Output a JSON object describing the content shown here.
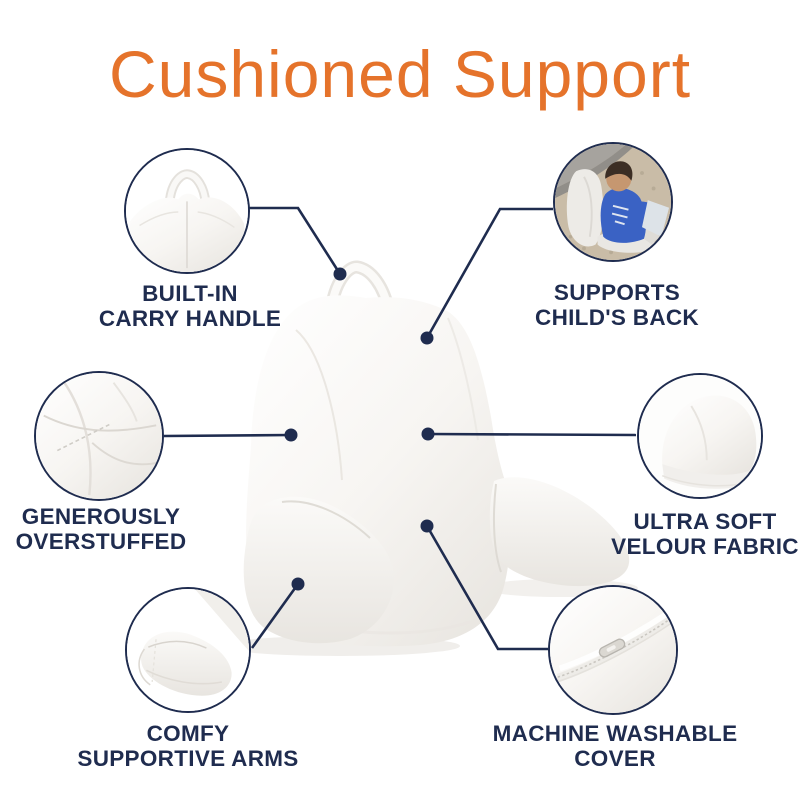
{
  "title": {
    "text": "Cushioned Support"
  },
  "colors": {
    "accent_orange": "#E5732B",
    "label_navy": "#1F2C4F",
    "pillow_white": "#F7F5F2",
    "pillow_shadow": "#E9E6E1"
  },
  "features": [
    {
      "id": "carry-handle",
      "line1": "BUILT-IN",
      "line2": "CARRY HANDLE",
      "icon": "pillow-top-handle-photo"
    },
    {
      "id": "childs-back",
      "line1": "SUPPORTS",
      "line2": "CHILD'S BACK",
      "icon": "child-sitting-on-pillow-photo"
    },
    {
      "id": "overstuffed",
      "line1": "GENEROUSLY",
      "line2": "OVERSTUFFED",
      "icon": "overstuffed-closeup-photo"
    },
    {
      "id": "velour-fabric",
      "line1": "ULTRA SOFT",
      "line2": "VELOUR FABRIC",
      "icon": "fabric-corner-photo"
    },
    {
      "id": "supportive-arms",
      "line1": "COMFY",
      "line2": "SUPPORTIVE ARMS",
      "icon": "arm-closeup-photo"
    },
    {
      "id": "washable-cover",
      "line1": "MACHINE WASHABLE",
      "line2": "COVER",
      "icon": "zipper-closeup-photo"
    }
  ]
}
